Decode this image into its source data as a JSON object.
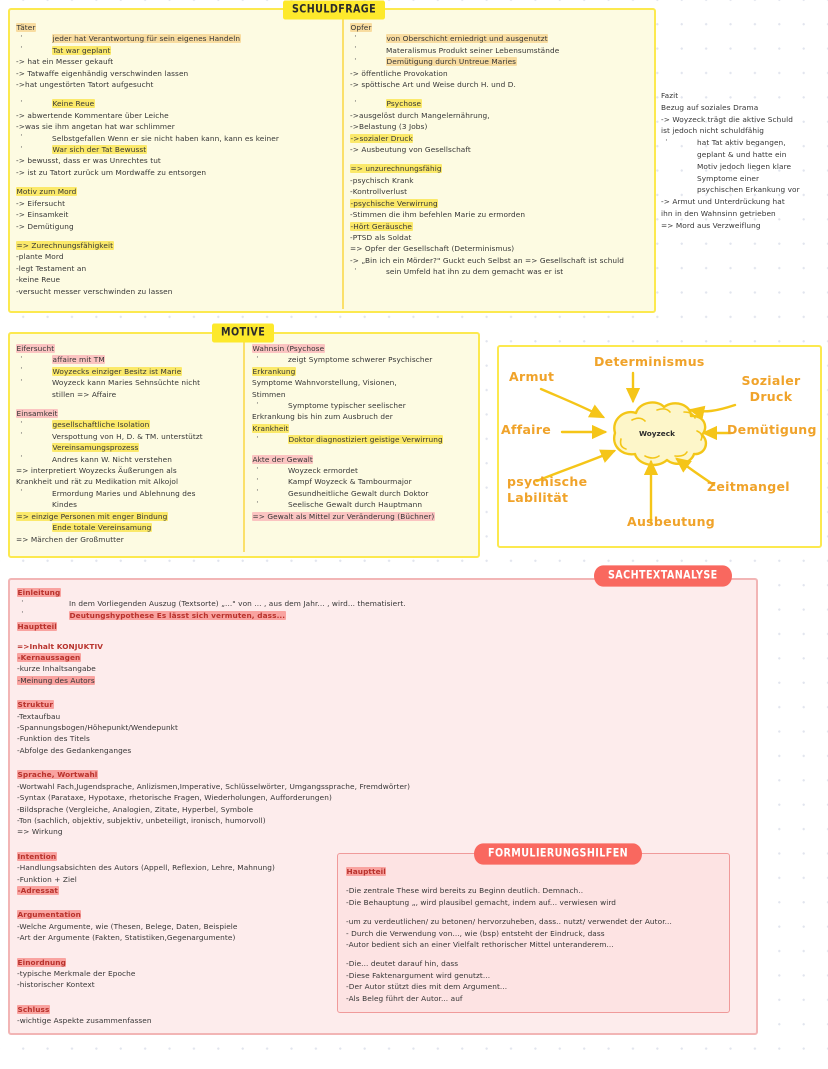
{
  "page": {
    "background": "#ffffff",
    "accent_yellow": "#fde92b",
    "accent_pink": "#f9685f",
    "highlight_yellow": "#fbe96a",
    "highlight_orange": "#f8dca0",
    "highlight_pink": "#f9a3a0"
  },
  "badges": {
    "schuldfrage": "SCHULDFRAGE",
    "motive": "MOTIVE",
    "sachtextanalyse": "SACHTEXTANALYSE",
    "formulierungshilfen": "FORMULIERUNGSHILFEN"
  },
  "schuldfrage": {
    "taeter": {
      "heading": "Täter",
      "lines": [
        "jeder hat Verantwortung für sein eigenes Handeln",
        "Tat war geplant",
        "-> hat ein Messer gekauft",
        "-> Tatwaffe eigenhändig verschwinden lassen",
        "->hat ungestörten Tatort aufgesucht",
        "Keine Reue",
        "-> abwertende Kommentare über Leiche",
        "->was sie ihm angetan hat war schlimmer",
        "Selbstgefallen Wenn er sie nicht haben kann, kann es keiner",
        "War sich der Tat Bewusst",
        "-> bewusst, dass er was Unrechtes tut",
        "-> ist zu Tatort zurück um Mordwaffe zu entsorgen",
        "Motiv zum Mord",
        "-> Eifersucht",
        "-> Einsamkeit",
        "-> Demütigung",
        "=> Zurechnungsfähigkeit",
        "-plante Mord",
        "-legt Testament an",
        "-keine Reue",
        "-versucht messer verschwinden zu lassen"
      ]
    },
    "opfer": {
      "heading": "Opfer",
      "lines": [
        "von Oberschicht erniedrigt und ausgenutzt",
        "Materalismus Produkt seiner Lebensumstände",
        "Demütigung durch Untreue Maries",
        "-> öffentliche Provokation",
        "-> spöttische Art und Weise durch H. und D.",
        "Psychose",
        "->ausgelöst durch Mangelernährung,",
        "->Belastung (3 Jobs)",
        "->sozialer Druck",
        "-> Ausbeutung von Gesellschaft",
        "=> unzurechnungsfähig",
        "-psychisch Krank",
        "-Kontrollverlust",
        "-psychische Verwirrung",
        "-Stimmen die ihm befehlen Marie zu ermorden",
        "-Hört Geräusche",
        "-PTSD als Soldat",
        "=> Opfer der Gesellschaft (Determinismus)",
        "-> „Bin ich ein Mörder?\" Guckt euch Selbst an => Gesellschaft ist schuld",
        "sein Umfeld hat ihn zu dem gemacht was er ist"
      ]
    },
    "fazit": {
      "heading": "Fazit",
      "lines": [
        "Bezug auf soziales Drama",
        "-> Woyzeck trägt die aktive Schuld",
        "ist jedoch nicht schuldfähig",
        "hat Tat aktiv begangen,",
        "geplant & und hatte ein",
        "Motiv jedoch liegen klare",
        "Symptome einer",
        "psychischen Erkankung vor",
        "-> Armut und Unterdrückung hat",
        "ihn in den Wahnsinn getrieben",
        "=> Mord aus Verzweiflung"
      ]
    }
  },
  "motive": {
    "left": {
      "eifersucht_heading": "Eifersucht",
      "eifersucht": [
        "affaire mit TM",
        "Woyzecks einziger Besitz ist Marie",
        "Woyzeck kann Maries Sehnsüchte nicht",
        "stillen => Affaire"
      ],
      "einsamkeit_heading": "Einsamkeit",
      "einsamkeit": [
        "gesellschaftliche Isolation",
        "Verspottung von H, D. & TM. unterstützt",
        "Vereinsamungsprozess",
        "Andres kann W. Nicht verstehen",
        "=> interpretiert Woyzecks Äußerungen als",
        "Krankheit und rät zu Medikation mit Alkojol",
        "Ermordung Maries und Ablehnung des",
        "Kindes",
        "=> einzige Personen mit enger Bindung",
        "Ende  totale Vereinsamung",
        "=> Märchen der Großmutter"
      ]
    },
    "right": {
      "wahnsinn_heading": "Wahnsin (Psychose",
      "wahnsinn": [
        "zeigt Symptome schwerer Psychischer",
        "Erkrankung",
        "Symptome Wahnvorstellung, Visionen,",
        "Stimmen",
        "Symptome typischer seelischer",
        "Erkrankung bis hin zum Ausbruch der",
        "Krankheit",
        "Doktor diagnostiziert geistige Verwirrung"
      ],
      "gewalt_heading": "Akte der Gewalt",
      "gewalt": [
        "Woyzeck ermordet",
        "Kampf Woyzeck & Tambourmajor",
        "Gesundheitliche Gewalt durch Doktor",
        "Seelische Gewalt durch Hauptmann",
        "=> Gewalt als Mittel zur Veränderung (Büchner)"
      ]
    }
  },
  "mindmap": {
    "center": "Woyzeck",
    "nodes": [
      "Armut",
      "Determinismus",
      "Sozialer Druck",
      "Affaire",
      "Demütigung",
      "psychische Labilität",
      "Zeitmangel",
      "Ausbeutung"
    ],
    "color": "#f0a32a"
  },
  "sachtextanalyse": {
    "einleitung": {
      "heading": "Einleitung",
      "lines": [
        "In dem Vorliegenden Auszug (Textsorte) „...\" von ... , aus dem Jahr... , wird... thematisiert.",
        "Deutungshypothese  Es lässt sich vermuten, dass..."
      ]
    },
    "hauptteil_heading": "Hauptteil",
    "inhalt": [
      "=>Inhalt KONJUKTIV",
      "-Kernaussagen",
      "-kurze Inhaltsangabe",
      "-Meinung des Autors"
    ],
    "struktur": {
      "heading": "Struktur",
      "lines": [
        "-Textaufbau",
        "-Spannungsbogen/Höhepunkt/Wendepunkt",
        "-Funktion des Titels",
        "-Abfolge des Gedankenganges"
      ]
    },
    "sprache": {
      "heading": "Sprache, Wortwahl",
      "lines": [
        "-Wortwahl Fach,Jugendsprache, Anlizismen,Imperative, Schlüsselwörter, Umgangssprache, Fremdwörter)",
        "-Syntax (Parataxe, Hypotaxe, rhetorische Fragen, Wiederholungen, Aufforderungen)",
        "-Bildsprache  (Vergleiche, Analogien, Zitate, Hyperbel, Symbole",
        "-Ton (sachlich, objektiv, subjektiv, unbeteiligt, ironisch, humorvoll)",
        "=> Wirkung"
      ]
    },
    "intention": {
      "heading": "Intention",
      "lines": [
        "-Handlungsabsichten des Autors (Appell, Reflexion, Lehre, Mahnung)",
        "-Funktion + Ziel",
        "-Adressat"
      ]
    },
    "argumentation": {
      "heading": "Argumentation",
      "lines": [
        "-Welche Argumente, wie (Thesen, Belege, Daten, Beispiele",
        "-Art der Argumente (Fakten, Statistiken,Gegenargumente)"
      ]
    },
    "einordnung": {
      "heading": "Einordnung",
      "lines": [
        "-typische Merkmale der Epoche",
        "-historischer Kontext"
      ]
    },
    "schluss": {
      "heading": "Schluss",
      "lines": [
        "-wichtige Aspekte zusammenfassen"
      ]
    }
  },
  "formulierungshilfen": {
    "heading": "Hauptteil",
    "group1": [
      "-Die zentrale These wird bereits zu Beginn deutlich. Demnach..",
      "-Die Behauptung „, wird plausibel gemacht, indem auf... verwiesen wird"
    ],
    "group2": [
      "-um zu verdeutlichen/ zu betonen/ hervorzuheben, dass.. nutzt/ verwendet der Autor...",
      "- Durch die Verwendung von..., wie (bsp) entsteht der Eindruck, dass",
      "-Autor bedient sich an einer Vielfalt rethorischer Mittel unteranderem..."
    ],
    "group3": [
      "-Die... deutet darauf hin, dass",
      "-Diese Faktenargument wird genutzt...",
      "-Der Autor stützt dies mit dem Argument...",
      "-Als Beleg führt der Autor... auf"
    ]
  }
}
